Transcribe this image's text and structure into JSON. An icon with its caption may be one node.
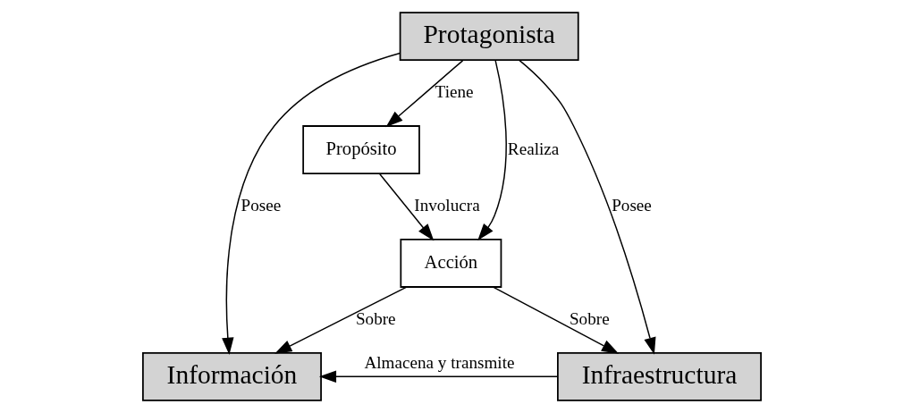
{
  "diagram": {
    "nodes": [
      {
        "text": [
          "Protagonista"
        ]
      },
      {
        "text": [
          "Propósito"
        ]
      },
      {
        "text": [
          "Acción"
        ]
      },
      {
        "text": [
          "Información"
        ]
      },
      {
        "text": [
          "Infraestructura"
        ]
      }
    ],
    "edges": [
      {
        "from": 0,
        "to": 3,
        "arrow": "to",
        "label": "Posee"
      },
      {
        "from": 0,
        "to": 1,
        "arrow": "to",
        "label": "Tiene"
      },
      {
        "from": 0,
        "to": 2,
        "arrow": "to",
        "label": "Realiza"
      },
      {
        "from": 0,
        "to": 4,
        "arrow": "to",
        "label": "Posee"
      },
      {
        "from": 1,
        "to": 2,
        "arrow": "to",
        "label": "Involucra"
      },
      {
        "from": 2,
        "to": 3,
        "arrow": "to",
        "label": "Sobre"
      },
      {
        "from": 2,
        "to": 4,
        "arrow": "to",
        "label": "Sobre"
      },
      {
        "from": 4,
        "to": 3,
        "arrow": "to",
        "label": "Almacena y transmite"
      }
    ]
  }
}
